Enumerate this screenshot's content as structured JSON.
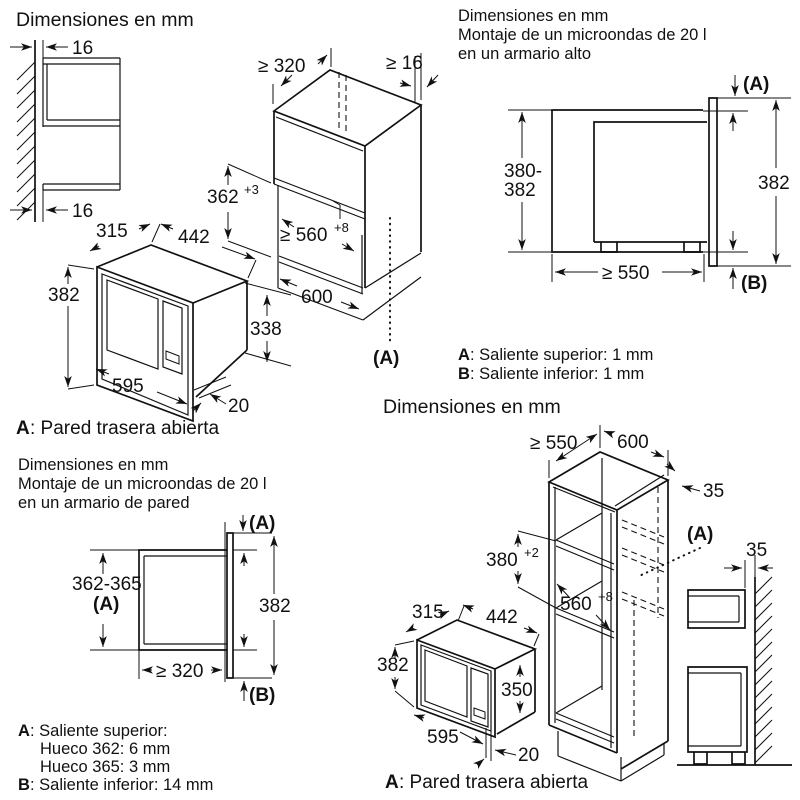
{
  "colors": {
    "background": "#ffffff",
    "ink": "#111111"
  },
  "panel1": {
    "title": "Dimensiones en mm",
    "dims": {
      "wall_gap_top": "16",
      "wall_gap_bottom": "16",
      "depth_min": "≥ 320",
      "top_clearance": "≥ 16",
      "niche_height": "362",
      "niche_height_tol": "+3",
      "niche_width": "≥ 560",
      "niche_width_tol": "+8",
      "cabinet_width": "600",
      "body_height": "338",
      "ref_a": "(A)",
      "mw_depth": "315",
      "mw_width": "442",
      "mw_height": "382",
      "mw_front_width": "595",
      "mw_frame_depth": "20"
    },
    "caption": {
      "key": "A",
      "text": ": Pared trasera abierta"
    }
  },
  "panel2": {
    "title_lines": [
      "Dimensiones en mm",
      "Montaje de un microondas de 20 l",
      "en un armario alto"
    ],
    "dims": {
      "ref_a": "(A)",
      "ref_b": "(B)",
      "niche_height_line1": "380-",
      "niche_height_line2": "382",
      "front_height": "382",
      "depth_min": "≥ 550"
    },
    "notes": [
      {
        "key": "A",
        "text": ": Saliente superior: 1 mm"
      },
      {
        "key": "B",
        "text": ": Saliente inferior: 1 mm"
      }
    ]
  },
  "panel3": {
    "title_lines": [
      "Dimensiones en mm",
      "Montaje de un microondas de 20 l",
      "en un armario de pared"
    ],
    "dims": {
      "ref_a_top": "(A)",
      "niche_height": "362-365",
      "ref_a_mid": "(A)",
      "front_height": "382",
      "depth_min": "≥ 320",
      "ref_b": "(B)"
    },
    "notes": [
      {
        "key": "A",
        "text": ": Saliente superior:"
      },
      {
        "key": "",
        "text": "Hueco 362: 6 mm"
      },
      {
        "key": "",
        "text": "Hueco 365: 3 mm"
      },
      {
        "key": "B",
        "text": ": Saliente inferior: 14 mm"
      }
    ]
  },
  "panel4": {
    "title": "Dimensiones en mm",
    "dims": {
      "depth_min": "≥ 550",
      "cabinet_width": "600",
      "panel_thickness": "35",
      "wall_gap": "35",
      "ref_a": "(A)",
      "niche_height": "380",
      "niche_height_tol": "+2",
      "niche_width": "560",
      "niche_width_tol": "+8",
      "mw_depth": "315",
      "mw_width": "442",
      "mw_height": "382",
      "body_height": "350",
      "mw_front_width": "595",
      "mw_frame_depth": "20"
    },
    "caption": {
      "key": "A",
      "text": ": Pared trasera abierta"
    }
  }
}
